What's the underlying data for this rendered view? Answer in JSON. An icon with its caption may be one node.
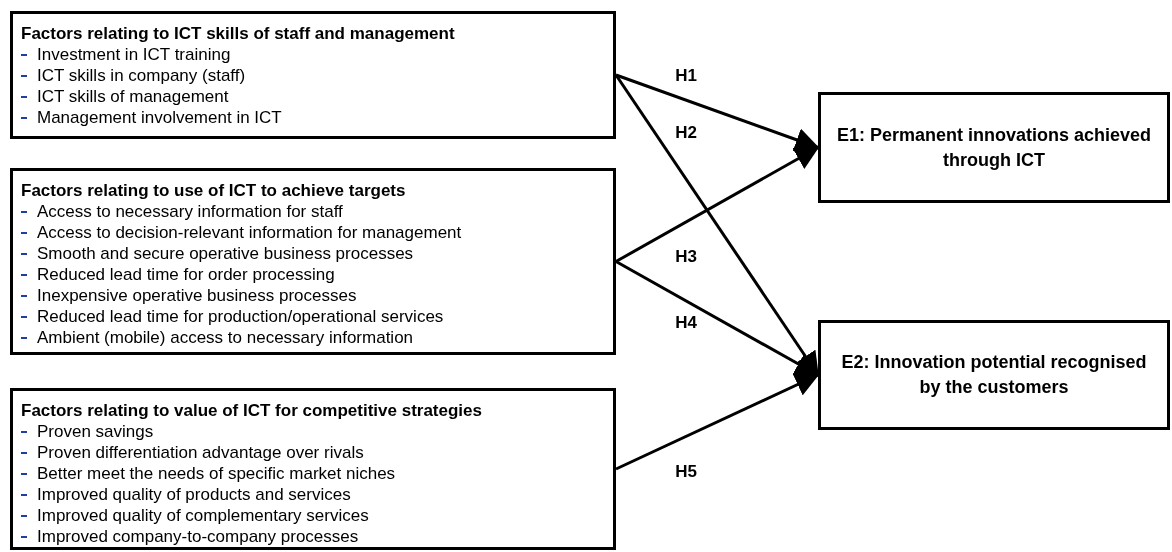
{
  "diagram": {
    "nodes": [
      {
        "text": [
          "Factors relating to ICT skills of staff and management",
          "Investment in ICT training",
          "ICT skills in company (staff)",
          "ICT skills of management",
          "Management involvement in ICT"
        ]
      },
      {
        "text": [
          "Factors relating to use of ICT to achieve targets",
          "Access to necessary information for staff",
          "Access to decision-relevant information for management",
          "Smooth and secure operative business processes",
          "Reduced lead time for order processing",
          "Inexpensive operative business processes",
          "Reduced lead time for production/operational services",
          "Ambient (mobile) access to necessary information"
        ]
      },
      {
        "text": [
          "Factors relating to value of ICT for competitive strategies",
          "Proven savings",
          "Proven differentiation advantage over rivals",
          "Better meet the needs of specific market niches",
          "Improved quality of products and services",
          "Improved quality of complementary services",
          "Improved company-to-company processes"
        ]
      },
      {
        "text": [
          "E1: Permanent innovations achieved through ICT"
        ]
      },
      {
        "text": [
          "E2: Innovation potential recognised by the customers"
        ]
      }
    ],
    "edges": [
      {
        "from": 0,
        "to": 3,
        "arrow": "to",
        "label": "H1"
      },
      {
        "from": 0,
        "to": 4,
        "arrow": "to",
        "label": "H2"
      },
      {
        "from": 1,
        "to": 3,
        "arrow": "to",
        "label": "H3"
      },
      {
        "from": 1,
        "to": 4,
        "arrow": "to",
        "label": "H4"
      },
      {
        "from": 2,
        "to": 4,
        "arrow": "to",
        "label": "H5"
      }
    ]
  }
}
